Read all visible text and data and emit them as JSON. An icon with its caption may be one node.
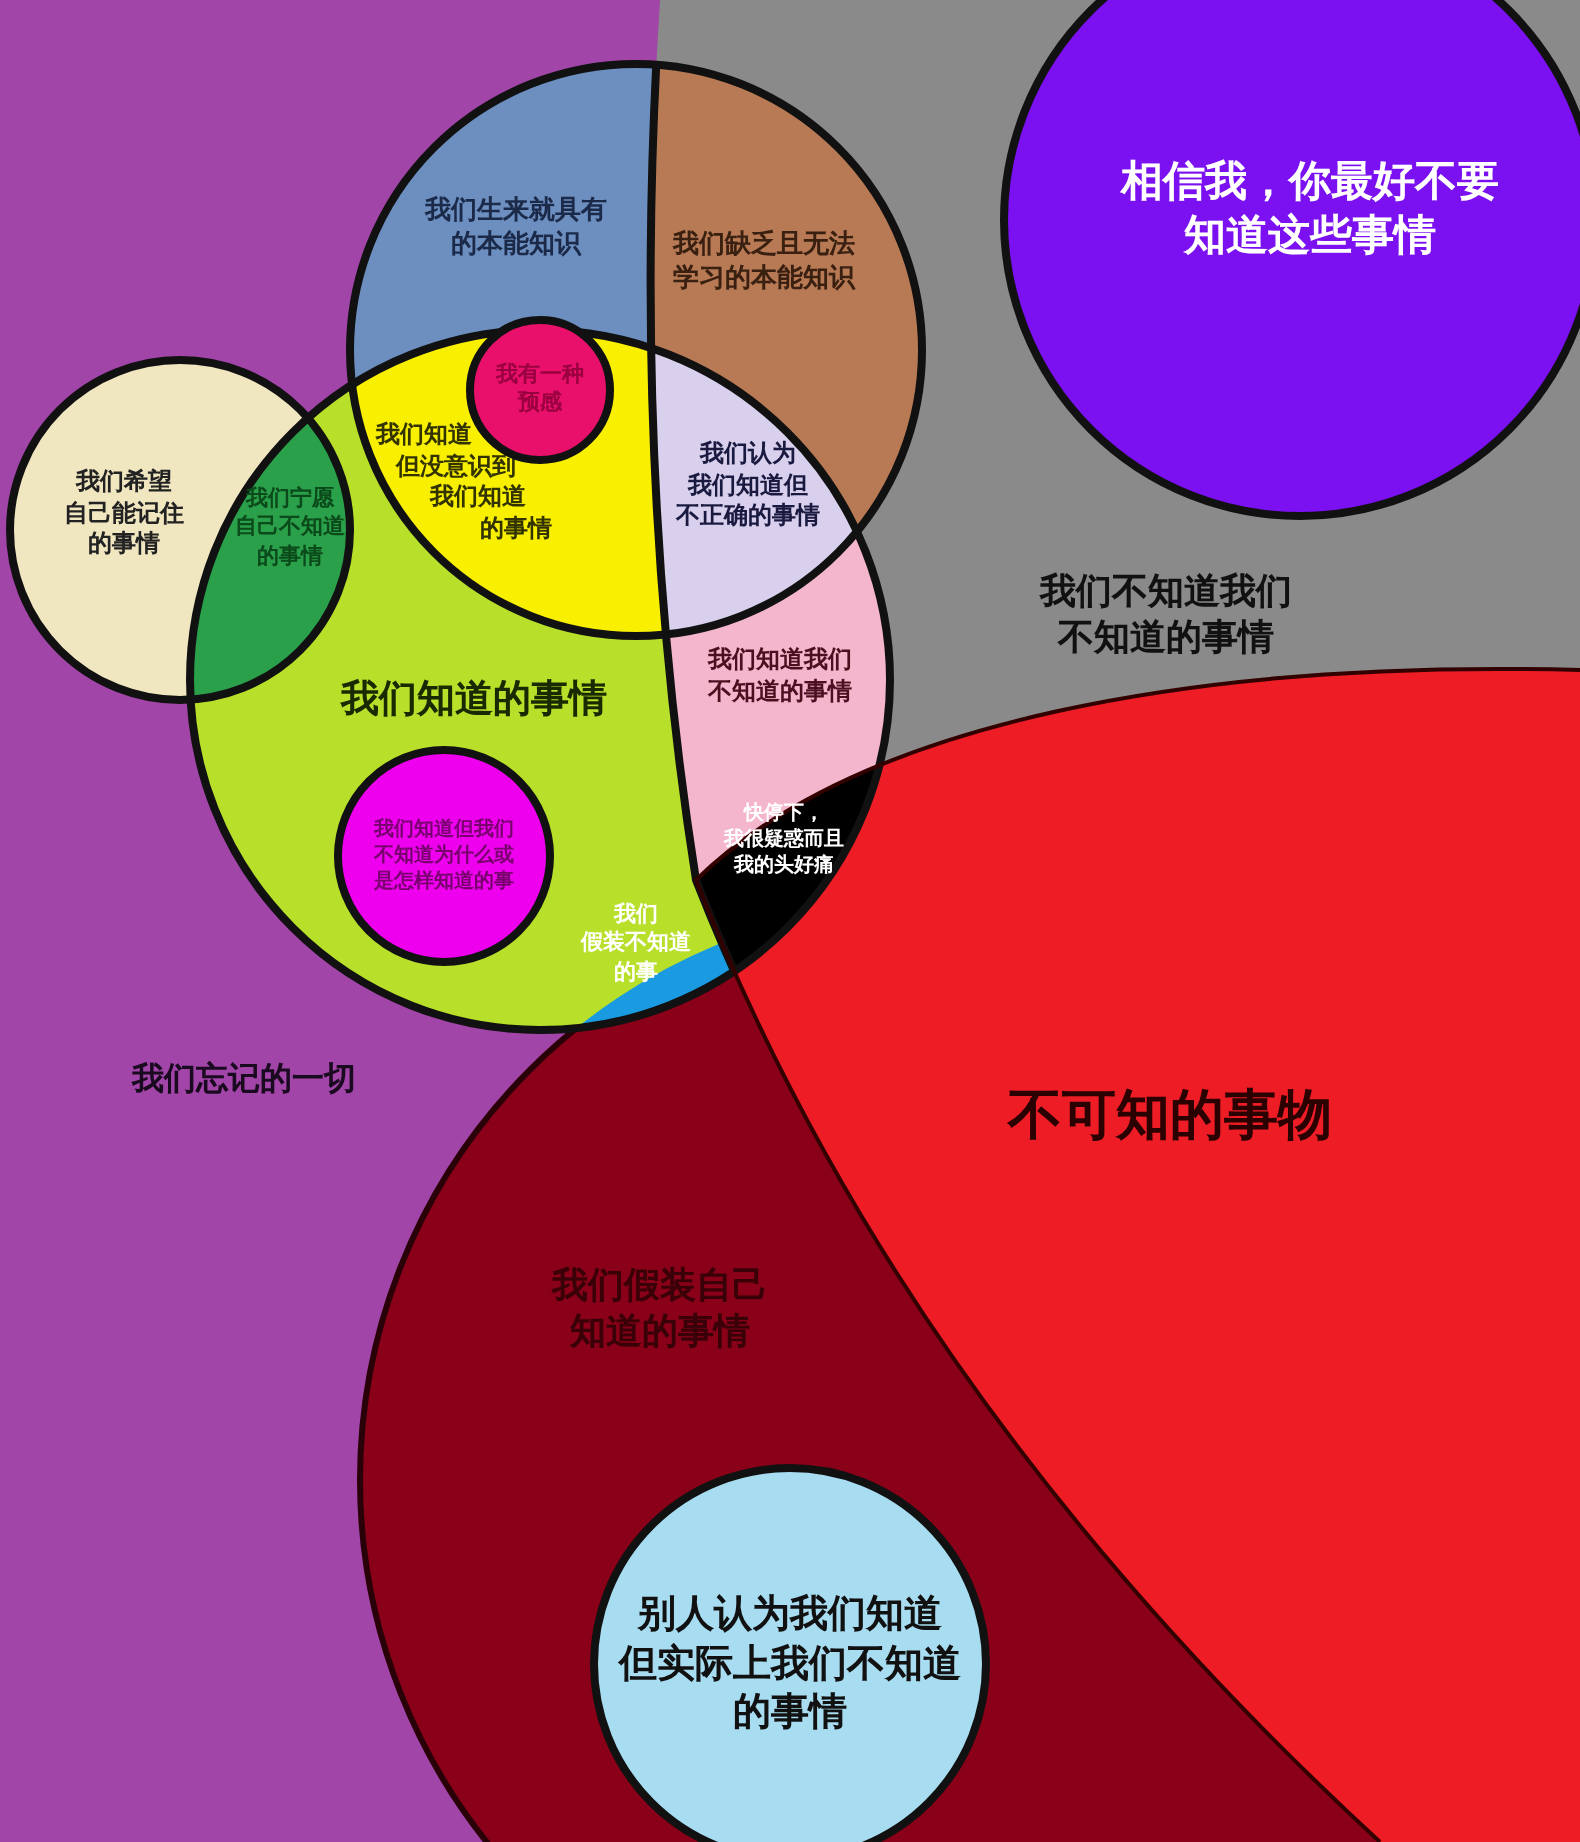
{
  "diagram": {
    "nodes": [
      {
        "text": [
          "相信我，你最好不要知道这些事情"
        ]
      },
      {
        "text": [
          "我们生来就具有的本能知识"
        ]
      },
      {
        "text": [
          "我们缺乏且无法学习的本能知识"
        ]
      },
      {
        "text": [
          "我有一种预感"
        ]
      },
      {
        "text": [
          "我们希望自己能记住的事情"
        ]
      },
      {
        "text": [
          "我们宁愿自己不知道的事情"
        ]
      },
      {
        "text": [
          "我们知道但没意识到我们知道的事情"
        ]
      },
      {
        "text": [
          "我们认为我们知道但不正确的事情"
        ]
      },
      {
        "text": [
          "我们知道的事情"
        ]
      },
      {
        "text": [
          "我们知道我们不知道的事情"
        ]
      },
      {
        "text": [
          "我们知道但我们不知道为什么或是怎样知道的事"
        ],
        "in": 8
      },
      {
        "text": [
          "快停下，我很疑惑而且我的头好痛"
        ]
      },
      {
        "text": [
          "我们假装不知道的事"
        ]
      },
      {
        "text": [
          "不可知的事物"
        ]
      },
      {
        "text": [
          "我们假装自己知道的事情"
        ]
      },
      {
        "text": [
          "别人认为我们知道但实际上我们不知道的事情"
        ],
        "in": 14
      }
    ],
    "labels": [
      "我们不知道我们不知道的事情",
      "我们忘记的一切"
    ]
  }
}
